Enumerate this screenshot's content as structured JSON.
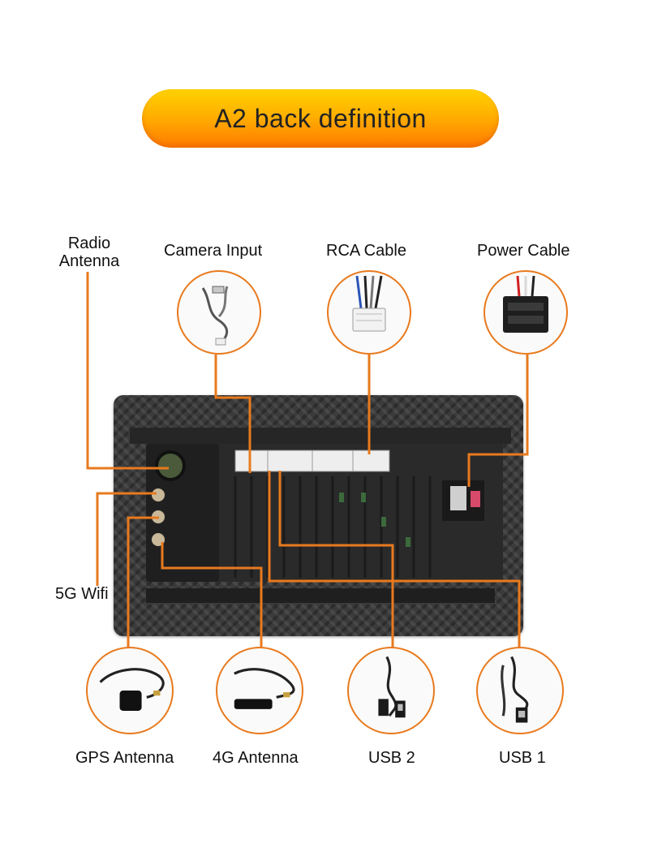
{
  "title": "A2 back definition",
  "labels": {
    "radio_antenna_line1": "Radio",
    "radio_antenna_line2": "Antenna",
    "camera_input": "Camera Input",
    "rca_cable": "RCA Cable",
    "power_cable": "Power Cable",
    "wifi_5g": "5G Wifi",
    "gps_antenna": "GPS Antenna",
    "antenna_4g": "4G Antenna",
    "usb2": "USB 2",
    "usb1": "USB 1"
  },
  "colors": {
    "accent_line": "#e87a1e",
    "banner_top": "#ffd200",
    "banner_bottom": "#ff7a00"
  }
}
